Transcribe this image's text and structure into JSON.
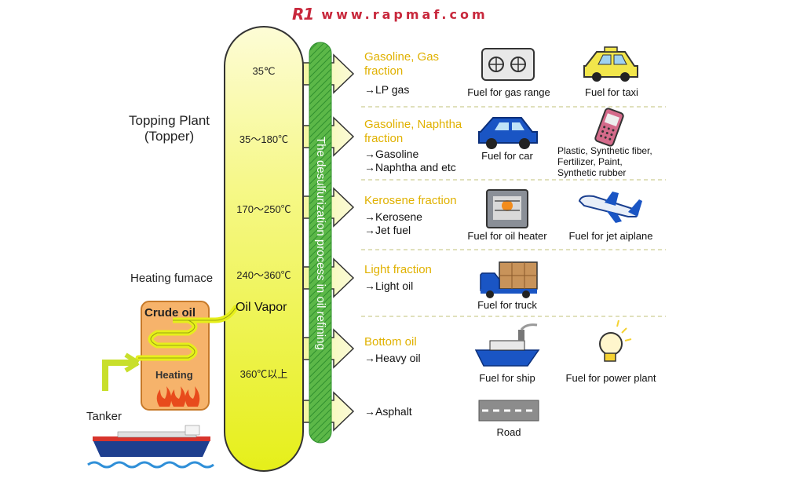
{
  "brand": {
    "logo": "R1",
    "url": "www.rapmaf.com"
  },
  "labels": {
    "topping_plant_line1": "Topping Plant",
    "topping_plant_line2": "(Topper)",
    "heating_furnace": "Heating fumace",
    "crude_oil": "Crude oil",
    "heating": "Heating",
    "oil_vapor": "Oil Vapor",
    "tanker": "Tanker",
    "desulfurization": "The desulfurization process in oil refining"
  },
  "temperatures": [
    "35℃",
    "35～180℃",
    "170～250℃",
    "240～360℃",
    "360℃以上"
  ],
  "fractions": [
    {
      "title": "Gasoline, Gas fraction",
      "items": [
        "→LP gas"
      ],
      "uses": [
        {
          "caption": "Fuel for gas range",
          "icon": "gas-range-icon"
        },
        {
          "caption": "Fuel for taxi",
          "icon": "taxi-icon"
        }
      ]
    },
    {
      "title": "Gasoline, Naphtha fraction",
      "items": [
        "→Gasoline",
        "→Naphtha and etc"
      ],
      "uses": [
        {
          "caption": "Fuel for car",
          "icon": "car-icon"
        },
        {
          "caption": "Plastic, Synthetic fiber, Fertilizer, Paint, Synthetic rubber",
          "icon": "phone-icon"
        }
      ]
    },
    {
      "title": "Kerosene fraction",
      "items": [
        "→Kerosene",
        "→Jet fuel"
      ],
      "uses": [
        {
          "caption": "Fuel for oil heater",
          "icon": "oil-heater-icon"
        },
        {
          "caption": "Fuel for jet aiplane",
          "icon": "airplane-icon"
        }
      ]
    },
    {
      "title": "Light fraction",
      "items": [
        "→Light oil"
      ],
      "uses": [
        {
          "caption": "Fuel for truck",
          "icon": "truck-icon"
        }
      ]
    },
    {
      "title": "Bottom oil",
      "items": [
        "→Heavy oil"
      ],
      "uses": [
        {
          "caption": "Fuel for ship",
          "icon": "ship-icon"
        },
        {
          "caption": "Fuel for power plant",
          "icon": "light-bulb-icon"
        }
      ]
    },
    {
      "title": "",
      "items": [
        "→Asphalt"
      ],
      "uses": [
        {
          "caption": "Road",
          "icon": "road-icon"
        }
      ]
    }
  ],
  "colors": {
    "tower_top": "#fdfbc8",
    "tower_bottom": "#e6ef1a",
    "green": "#4caa3c",
    "title_yellow": "#e0b100",
    "furnace": "#f6b36b",
    "icon_blue": "#1a55c4"
  }
}
